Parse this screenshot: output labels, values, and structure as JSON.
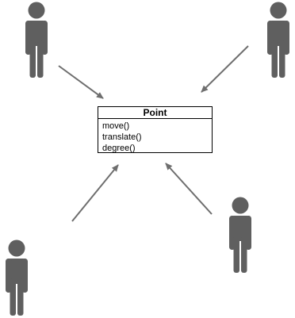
{
  "class_box": {
    "name": "Point",
    "methods": [
      "move()",
      "translate()",
      "degree()"
    ]
  },
  "colors": {
    "actor": "#5f5f5f",
    "arrow": "#6e6e6e",
    "box_border": "#000000"
  },
  "actors": [
    {
      "id": "actor-top-left",
      "icon": "person-icon"
    },
    {
      "id": "actor-top-right",
      "icon": "person-icon"
    },
    {
      "id": "actor-bottom-left",
      "icon": "person-icon"
    },
    {
      "id": "actor-bottom-right",
      "icon": "person-icon"
    }
  ]
}
